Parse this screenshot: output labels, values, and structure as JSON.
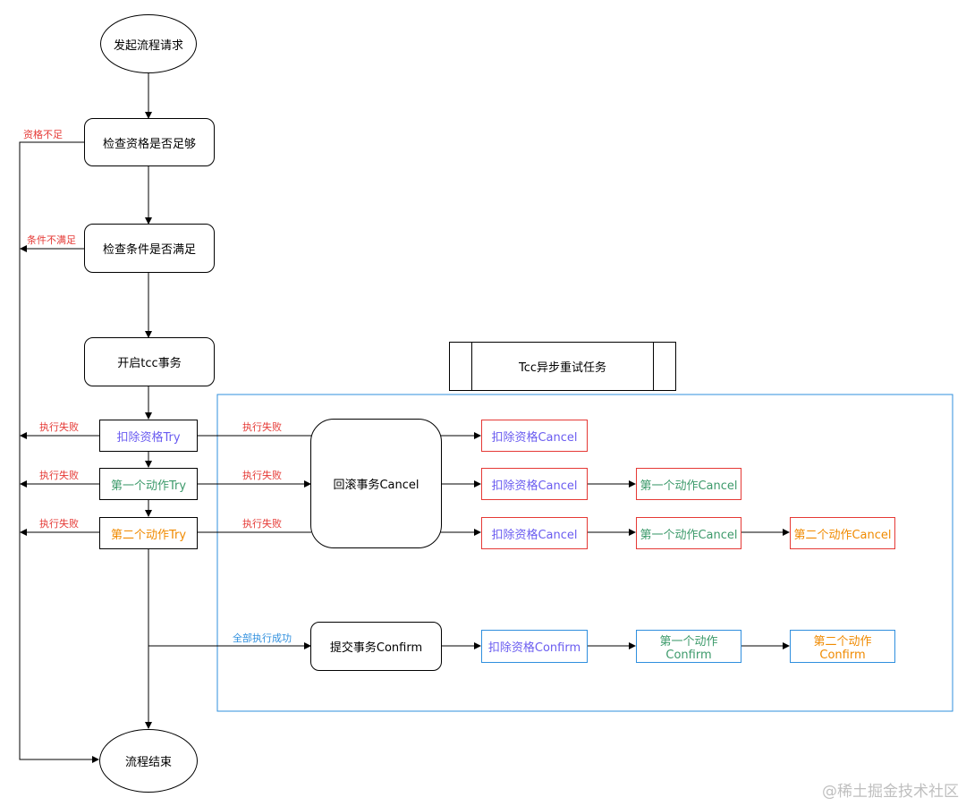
{
  "colors": {
    "stroke": "#000000",
    "red": "#e53935",
    "purple": "#6a5cf0",
    "green": "#3d9a6b",
    "orange": "#f08a00",
    "blue": "#2f8fde",
    "watermark": "#bfbfbf"
  },
  "nodes": {
    "start": "发起流程请求",
    "check_qual": "检查资格是否足够",
    "check_cond": "检查条件是否满足",
    "open_tcc": "开启tcc事务",
    "retry_task": "Tcc异步重试任务",
    "try1": "扣除资格Try",
    "try2": "第一个动作Try",
    "try3": "第二个动作Try",
    "rollback": "回滚事务Cancel",
    "commit": "提交事务Confirm",
    "cancel_row1_a": "扣除资格Cancel",
    "cancel_row2_a": "扣除资格Cancel",
    "cancel_row2_b": "第一个动作Cancel",
    "cancel_row3_a": "扣除资格Cancel",
    "cancel_row3_b": "第一个动作Cancel",
    "cancel_row3_c": "第二个动作Cancel",
    "confirm_a": "扣除资格Confirm",
    "confirm_b": "第一个动作Confirm",
    "confirm_c": "第二个动作Confirm",
    "end": "流程结束"
  },
  "edge_labels": {
    "qual_insufficient": "资格不足",
    "cond_unmet": "条件不满足",
    "fail_left_1": "执行失败",
    "fail_left_2": "执行失败",
    "fail_left_3": "执行失败",
    "fail_right_1": "执行失败",
    "fail_right_2": "执行失败",
    "fail_right_3": "执行失败",
    "all_success": "全部执行成功"
  },
  "watermark": "@稀土掘金技术社区"
}
